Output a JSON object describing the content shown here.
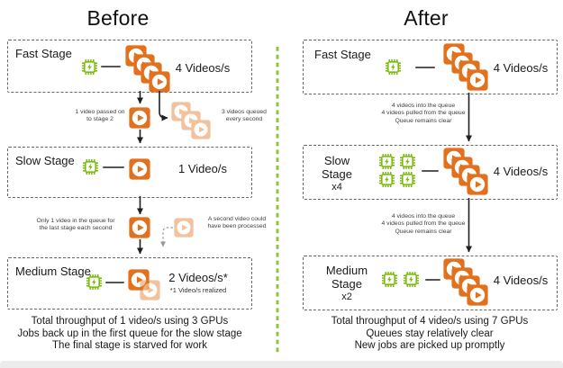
{
  "colors": {
    "nvidia_green": "#76B900",
    "divider_green": "#8CC63F",
    "orange": "#E2701C",
    "text": "#1A1A1A",
    "annotation_text": "#3D3D3D",
    "bottom_bar": "#ECECEC"
  },
  "before": {
    "title": "Before",
    "fast_label": "Fast Stage",
    "fast_rate": "4 Videos/s",
    "slow_label": "Slow Stage",
    "slow_rate": "1 Video/s",
    "medium_label": "Medium Stage",
    "medium_rate": "2 Videos/s*",
    "medium_note": "*1 Video/s realized",
    "ann_pass": "1 video passed on\nto stage 2",
    "ann_queued": "3 videos queued\nevery second",
    "ann_only": "Only 1 video in the queue for\nthe last stage each second",
    "ann_second": "A second video could\nhave been processed",
    "caption": [
      "Total throughput of 1 video/s using 3 GPUs",
      "Jobs back up in the first queue for the slow stage",
      "The final stage is starved for work"
    ]
  },
  "after": {
    "title": "After",
    "fast_label": "Fast Stage",
    "fast_rate": "4 Videos/s",
    "slow_label": "Slow Stage",
    "slow_mult": "x4",
    "slow_rate": "4 Videos/s",
    "medium_label": "Medium Stage",
    "medium_mult": "x2",
    "medium_rate": "4 Videos/s",
    "ann_top": "4 videos into the queue\n4 videos pulled from the queue\nQueue remains clear",
    "ann_bottom": "4 videos into the queue\n4 videos pulled from the queue\nQueue remains clear",
    "caption": [
      "Total throughput of 4 video/s using 7 GPUs",
      "Queues stay relatively clear",
      "New jobs are picked up promptly"
    ]
  }
}
